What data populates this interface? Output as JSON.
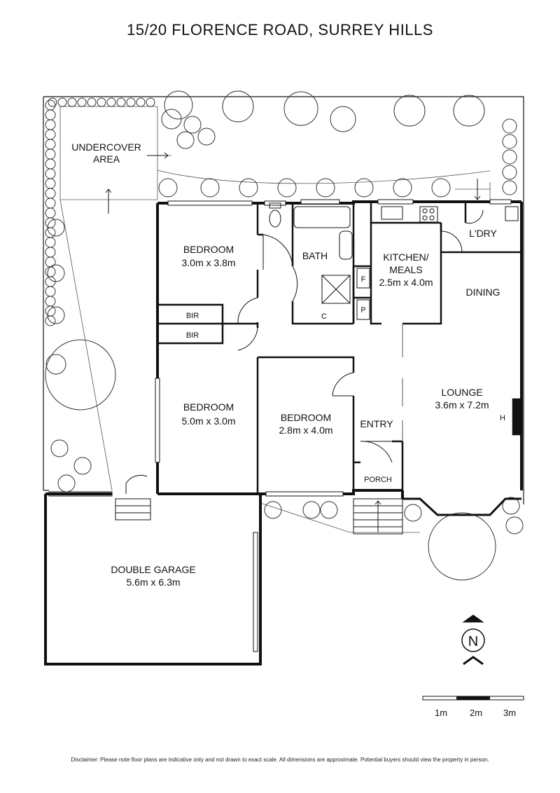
{
  "title": "15/20 FLORENCE ROAD, SURREY HILLS",
  "rooms": {
    "undercover": [
      "UNDERCOVER",
      "AREA"
    ],
    "bed1": {
      "name": "BEDROOM",
      "size": "3.0m x 3.8m"
    },
    "bath": "BATH",
    "kitchen": {
      "name1": "KITCHEN/",
      "name2": "MEALS",
      "size": "2.5m x 4.0m"
    },
    "laundry": "L'DRY",
    "dining": "DINING",
    "bir1": "BIR",
    "bir2": "BIR",
    "fridge": "F",
    "pantry": "P",
    "cupboard": "C",
    "bed2": {
      "name": "BEDROOM",
      "size": "5.0m x 3.0m"
    },
    "bed3": {
      "name": "BEDROOM",
      "size": "2.8m x 4.0m"
    },
    "entry": "ENTRY",
    "lounge": {
      "name": "LOUNGE",
      "size": "3.6m x 7.2m"
    },
    "heater": "H",
    "porch": "PORCH",
    "garage": {
      "name": "DOUBLE GARAGE",
      "size": "5.6m x 6.3m"
    }
  },
  "compass": "N",
  "scale": [
    "1m",
    "2m",
    "3m"
  ],
  "disclaimer": "Disclaimer: Please note floor plans are indicative only and not drawn to exact scale. All dimensions are approximate. Potential buyers should view the property in person."
}
